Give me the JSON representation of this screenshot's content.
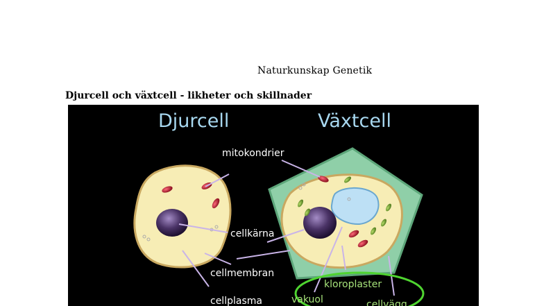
{
  "document": {
    "header": "Naturkunskap Genetik",
    "heading": "Djurcell och växtcell - likheter och skillnader"
  },
  "figure": {
    "titles": {
      "animal": "Djurcell",
      "plant": "Växtcell"
    },
    "labels": {
      "mitokondrier": "mitokondrier",
      "cellkarna": "cellkärna",
      "cellmembran": "cellmembran",
      "cellplasma": "cellplasma",
      "vakuol": "vakuol",
      "kloroplaster": "kloroplaster",
      "cellvagg": "cellvägg"
    },
    "colors": {
      "background": "#000000",
      "cytoplasm": "#f7edb5",
      "nucleus": "#3e2a56",
      "mitochondria": "#b3192b",
      "vacuole": "#bde0f5",
      "chloroplast": "#6b9a2f",
      "cell_wall": "#8fcfa8",
      "title": "#a8d8f0",
      "pointer": "#c9b4e8",
      "highlight": "#4fd430"
    }
  }
}
